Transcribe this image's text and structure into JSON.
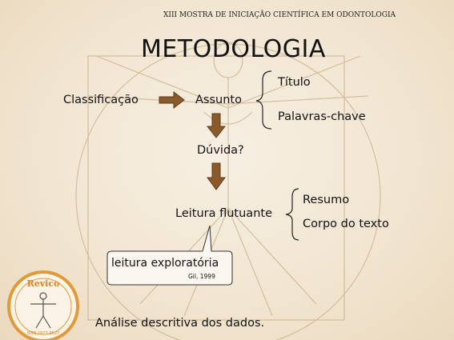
{
  "slide": {
    "header": "XIII MOSTRA DE INICIAÇÃO CIENTÍFICA EM ODONTOLOGIA",
    "title": "METODOLOGIA"
  },
  "diagram": {
    "classificacao": "Classificação",
    "assunto": "Assunto",
    "titulo": "Título",
    "palavras_chave": "Palavras-chave",
    "duvida": "Dúvida?",
    "leitura_flutuante": "Leitura flutuante",
    "resumo": "Resumo",
    "corpo_do_texto": "Corpo do texto"
  },
  "callout": {
    "text": "leitura exploratória",
    "citation": "Gil, 1999"
  },
  "footer": {
    "text": "Análise descritiva dos dados."
  },
  "logo": {
    "name": "Revico",
    "issn": "ISSN 1677-3527"
  },
  "colors": {
    "arrow": "#8a5a2b",
    "arrow_dark": "#5e3b17",
    "logo_ring": "#e09a3c"
  }
}
